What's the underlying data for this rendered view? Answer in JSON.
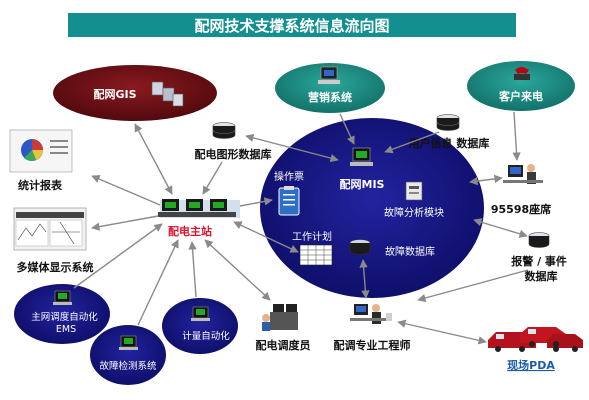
{
  "title": "配网技术支撑系统信息流向图",
  "nodes": {
    "gis": "配网GIS",
    "marketing": "营销系统",
    "customer_call": "客户来电",
    "graphic_db": "配电图形数据库",
    "user_db": "用户信息 数据库",
    "stats_report": "统计报表",
    "mis": "配网MIS",
    "console": "操作票",
    "fault_module": "故障分析模块",
    "center_9598": "95598座席",
    "main_station": "配电主站",
    "multimedia": "多媒体显示系统",
    "work_plan": "工作计划",
    "fault_db": "故障数据库",
    "alarm_db": "报警 / 事件\n数据库",
    "ems": "主网调度自动化\nEMS",
    "metering": "计量自动化",
    "dispatcher": "配电调度员",
    "engineer": "配调专业工程师",
    "field_pda": "现场PDA",
    "fault_detect": "故障检测系统"
  },
  "colors": {
    "title_bg": "#148f8f",
    "teal": "#1c8a80",
    "dark_red": "#6b0f14",
    "navy": "#14147a",
    "red_text": "#e0142d",
    "link_blue": "#1a5ca8",
    "arrow": "#8a8a8a"
  }
}
